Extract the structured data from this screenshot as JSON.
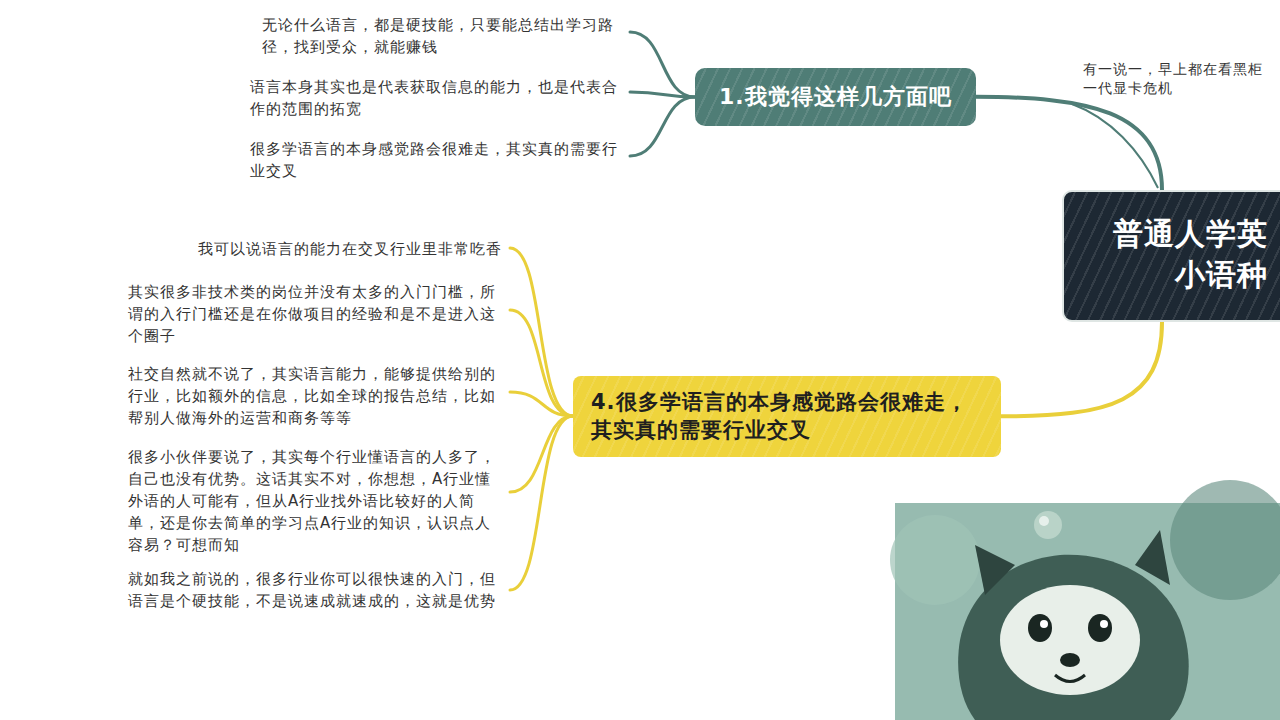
{
  "diagram": {
    "nodes": [
      {
        "text": [
          "普通人学英 小语种"
        ]
      },
      {
        "text": [
          "1.我觉得这样几方面吧"
        ]
      },
      {
        "text": [
          "4.很多学语言的本身感觉路会很难走，其实真的需要行业交叉"
        ]
      }
    ],
    "edges": [
      {
        "from": 0,
        "to": 1,
        "arrow": "none"
      },
      {
        "from": 0,
        "to": 2,
        "arrow": "none"
      }
    ],
    "labels": [
      "有一说一，早上都在看黑柜 一代显卡危机",
      "无论什么语言，都是硬技能，只要能总结出学习路径，找到受众，就能赚钱",
      "语言本身其实也是代表获取信息的能力，也是代表合作的范围的拓宽",
      "很多学语言的本身感觉路会很难走，其实真的需要行业交叉",
      "我可以说语言的能力在交叉行业里非常吃香",
      "其实很多非技术类的岗位并没有太多的入门门槛，所谓的入行门槛还是在你做项目的经验和是不是进入这个圈子",
      "社交自然就不说了，其实语言能力，能够提供给别的行业，比如额外的信息，比如全球的报告总结，比如帮别人做海外的运营和商务等等",
      "很多小伙伴要说了，其实每个行业懂语言的人多了，自己也没有优势。这话其实不对，你想想，A行业懂外语的人可能有，但从A行业找外语比较好的人简单，还是你去简单的学习点A行业的知识，认识点人容易？可想而知",
      "就如我之前说的，很多行业你可以很快速的入门，但语言是个硬技能，不是说速成就速成的，这就是优势"
    ]
  }
}
